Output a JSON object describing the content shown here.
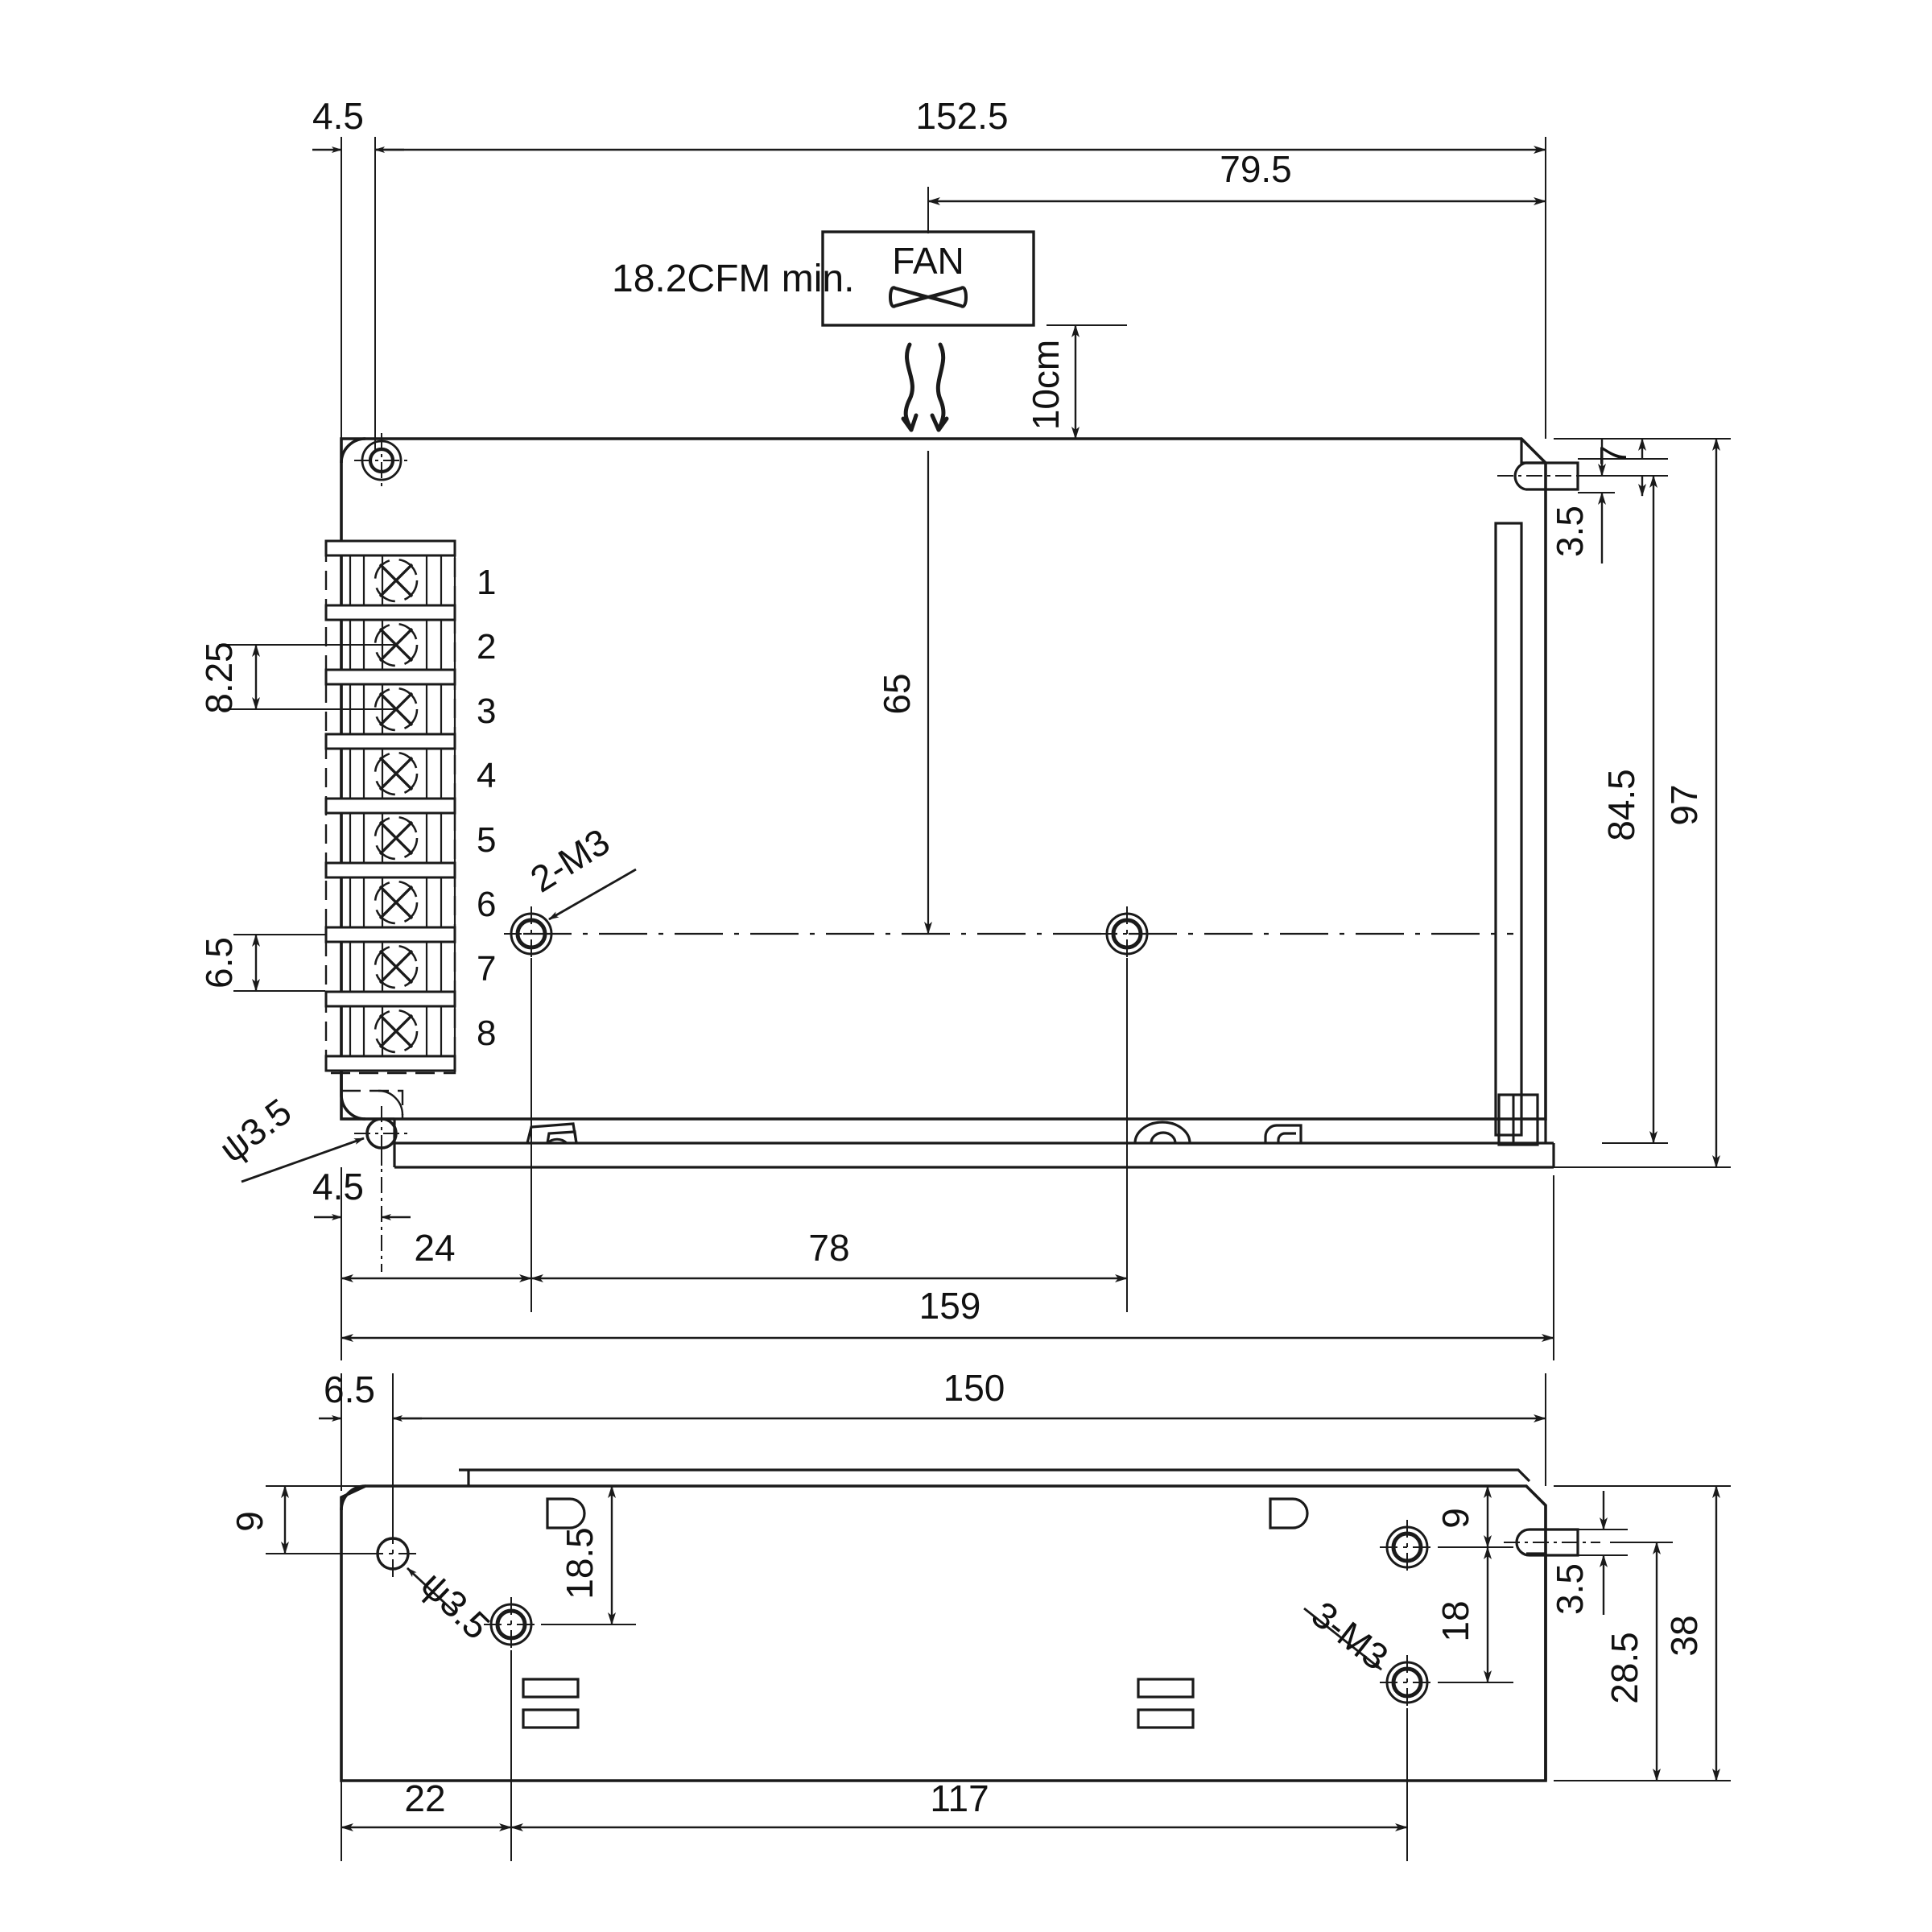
{
  "drawing": {
    "title": "Power Supply Mechanical Specification",
    "units": "mm",
    "line_color": "#1a1a1a",
    "background": "#ffffff"
  },
  "top_view": {
    "name": "top-view",
    "annotations": {
      "fan_label": "FAN",
      "airflow_note": "18.2CFM min.",
      "fan_icon": "fan-blade-icon",
      "airflow_icon": "airflow-arrows-icon"
    },
    "dimensions": {
      "left_offset": "4.5",
      "overall_top": "152.5",
      "notch_right": "79.5",
      "fan_clearance": "10cm",
      "fan_centre_height": "65",
      "terminal_pitch_upper": "8.25",
      "terminal_pitch_lower": "6.5",
      "hole_callout_left": "ψ3.5",
      "screw_callout": "2-M3",
      "right_tab": "7",
      "right_tab_offset": "3.5",
      "mount_height": "84.5",
      "overall_height": "97",
      "bottom_left_offset": "4.5",
      "hole_x_first": "24",
      "hole_spacing": "78",
      "overall_width": "159"
    },
    "terminal_block": {
      "name": "terminal-block",
      "pin_labels": [
        "1",
        "2",
        "3",
        "4",
        "5",
        "6",
        "7",
        "8"
      ]
    }
  },
  "side_view": {
    "name": "side-view",
    "dimensions": {
      "left_offset": "6.5",
      "overall_length": "150",
      "left_hole_top": "9",
      "hole_callout": "ψ3.5",
      "left_hole_drop": "18.5",
      "right_hole_top": "9",
      "right_hole_drop": "18",
      "screw_callout": "3-M3",
      "tab_offset": "3.5",
      "mount_height": "28.5",
      "overall_height": "38",
      "hole_x_first": "22",
      "hole_spacing": "117"
    }
  }
}
